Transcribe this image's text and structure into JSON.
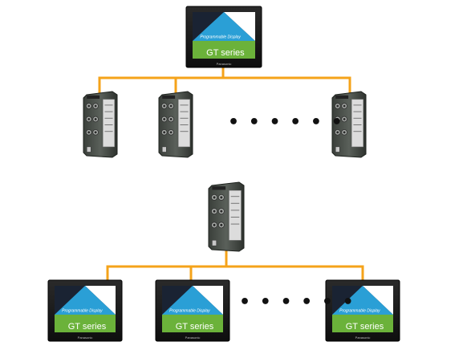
{
  "colors": {
    "wire": "#f5a31a",
    "bezel": "#1c1c1c",
    "screen_bg": "#1a2333",
    "screen_blue": "#2a9fd6",
    "screen_green": "#6bb23a",
    "label_text": "#ffffff"
  },
  "hmi": {
    "subtitle": "Programmable Display",
    "series": "GT series",
    "brand": "Panasonic"
  },
  "ellipsis": {
    "top": "• • •    • • •",
    "bottom": "• • •    • • •"
  },
  "diagrams": [
    {
      "name": "one-hmi-to-many-controllers",
      "hub": "hmi",
      "nodes": "plc"
    },
    {
      "name": "one-controller-to-many-hmis",
      "hub": "plc",
      "nodes": "hmi"
    }
  ]
}
